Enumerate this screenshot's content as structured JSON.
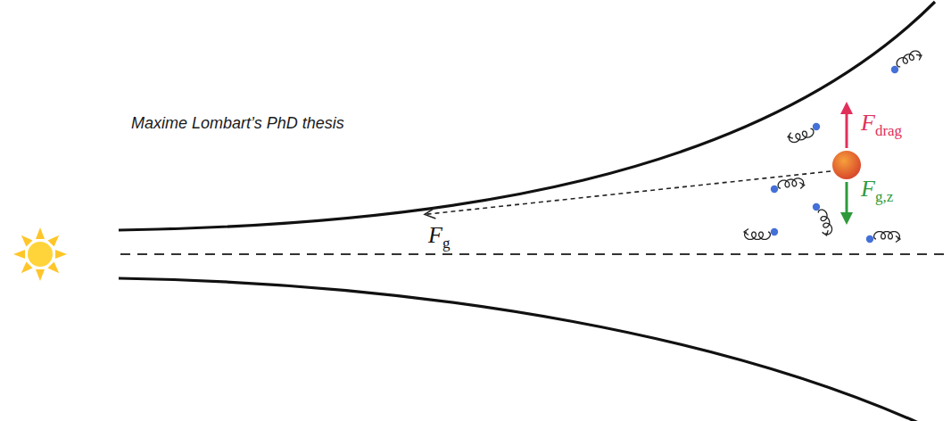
{
  "diagram": {
    "labels": [
      "Maxime Lombart’s PhD thesis",
      "Fdrag",
      "Fg,z",
      "Fg"
    ]
  }
}
